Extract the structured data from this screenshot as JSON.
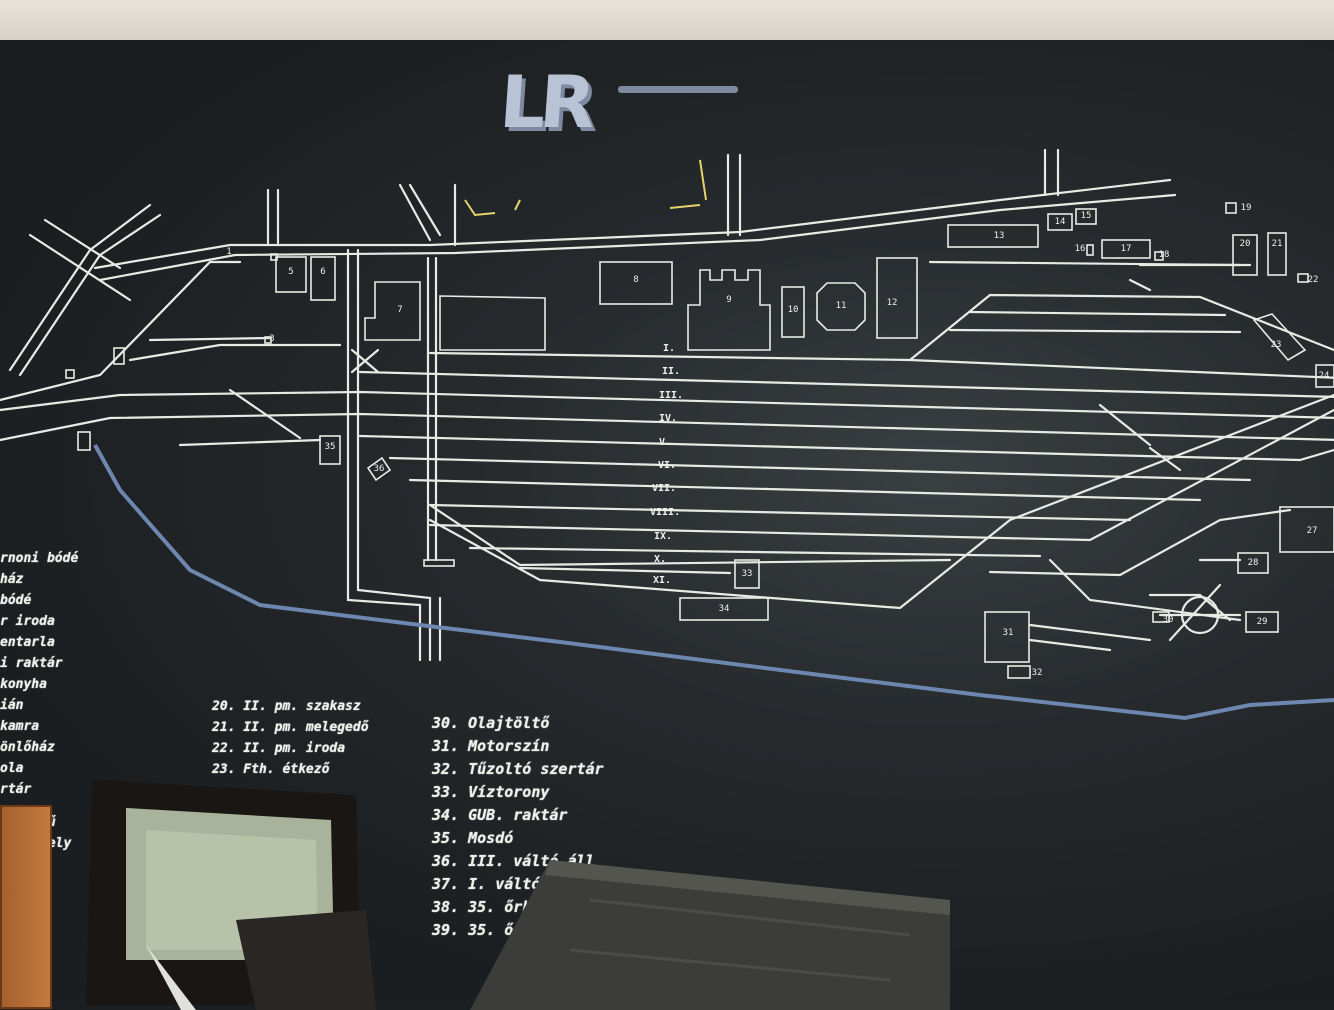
{
  "board": {
    "logo": "LR",
    "tracks": [
      "I.",
      "II.",
      "III.",
      "IV.",
      "V.",
      "VI.",
      "VII.",
      "VIII.",
      "IX.",
      "X.",
      "XI."
    ],
    "buildings": [
      "5",
      "6",
      "7",
      "8",
      "9",
      "10",
      "11",
      "12",
      "13",
      "14",
      "15",
      "16",
      "17",
      "18",
      "19",
      "20",
      "21",
      "22",
      "23",
      "24",
      "27",
      "28",
      "29",
      "30",
      "31",
      "32",
      "33",
      "34",
      "35",
      "36",
      "1",
      "3"
    ],
    "legend_left_fragments": [
      "rnoni bódé",
      "ház",
      "bódé",
      "r iroda",
      "entarla",
      "i raktár",
      "",
      "konyha",
      "ián",
      "kamra",
      "",
      "önlőház",
      "ola",
      "",
      "rtár"
    ],
    "legend_mid": [
      "20. II. pm. szakasz",
      "21. II. pm. melegedő",
      "22. II. pm. iroda",
      "23. Fth. étkező"
    ],
    "legend_right": [
      "30. Olajtöltő",
      "31. Motorszín",
      "32. Tűzoltó szertár",
      "33. Víztorony",
      "34. GUB. raktár",
      "35. Mosdó",
      "36. III. váltó áll",
      "37. I. váltó áll",
      "38. 35. őrh",
      "39. 35. ő"
    ],
    "bottom_left_text": [
      "mű",
      "nely"
    ],
    "colors": {
      "board": "#24282b",
      "chalk": "#e8ebe4",
      "river": "#6e87b0",
      "logo": "#b9c3d6"
    }
  }
}
